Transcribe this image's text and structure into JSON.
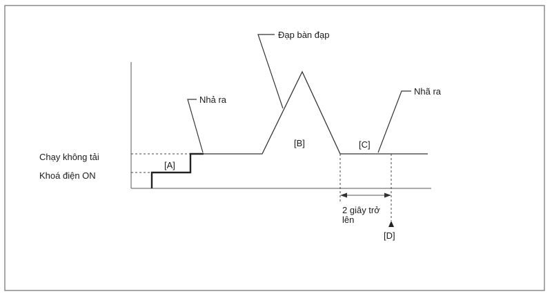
{
  "labels": {
    "idle": "Chạy không tải",
    "ignition_on": "Khoá điện ON",
    "press_pedal": "Đạp bàn đạp",
    "release_1": "Nhả ra",
    "release_2": "Nhã ra",
    "mark_a": "[A]",
    "mark_b": "[B]",
    "mark_c": "[C]",
    "mark_d": "[D]",
    "duration_line1": "2 giây trở",
    "duration_line2": "lên"
  },
  "colors": {
    "line": "#333333",
    "frame": "#6f6f6f",
    "background": "#ffffff"
  }
}
